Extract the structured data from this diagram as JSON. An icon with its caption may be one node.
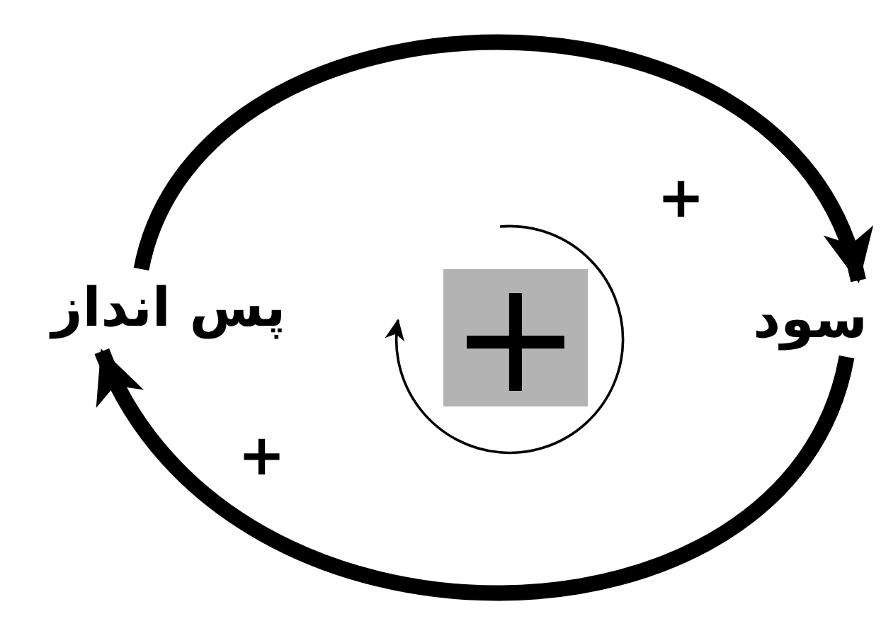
{
  "diagram": {
    "nodes": [
      {
        "text": [
          "پس انداز"
        ]
      },
      {
        "text": [
          "سود"
        ]
      }
    ],
    "edges": [
      {
        "from": 0,
        "to": 1,
        "arrow": "to",
        "label": "+"
      },
      {
        "from": 1,
        "to": 0,
        "arrow": "to",
        "label": "+"
      }
    ],
    "labels": [
      "+"
    ]
  }
}
